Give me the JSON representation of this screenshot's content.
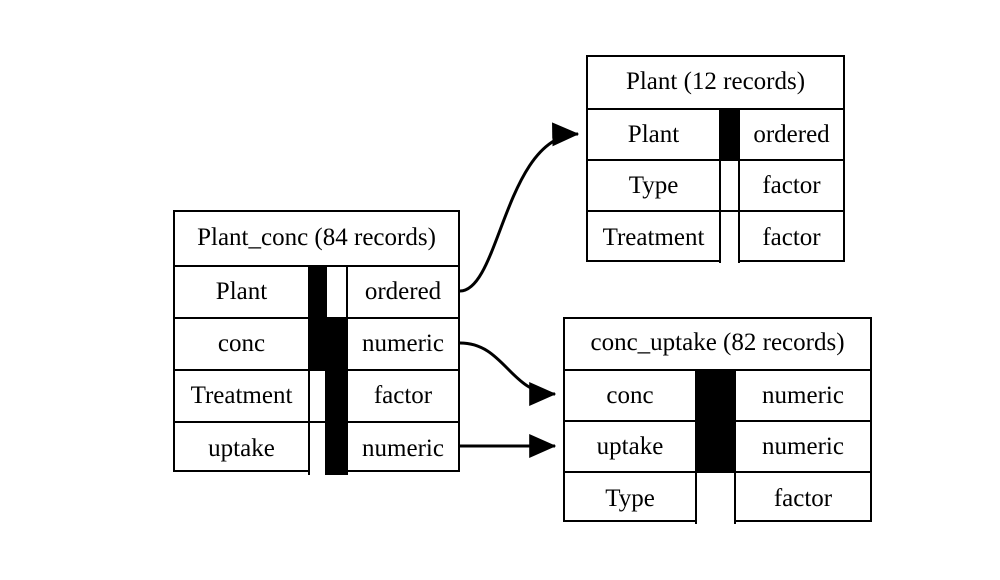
{
  "diagram": {
    "title_text": "",
    "background_color": "#ffffff",
    "line_color": "#000000",
    "key_fill_color": "#000000",
    "tables": [
      {
        "id": "plant_conc",
        "title": "Plant_conc (84 records)",
        "name": "Plant_conc",
        "record_count": "84 records",
        "fields": [
          {
            "name": "Plant",
            "type": "ordered",
            "key1": "filled",
            "key2": "empty"
          },
          {
            "name": "conc",
            "type": "numeric",
            "key1": "filled",
            "key2": "filled"
          },
          {
            "name": "Treatment",
            "type": "factor",
            "key1": "empty",
            "key2": "filled"
          },
          {
            "name": "uptake",
            "type": "numeric",
            "key1": "empty",
            "key2": "filled"
          }
        ]
      },
      {
        "id": "plant",
        "title": "Plant (12 records)",
        "name": "Plant",
        "record_count": "12 records",
        "fields": [
          {
            "name": "Plant",
            "type": "ordered",
            "key1": "filled"
          },
          {
            "name": "Type",
            "type": "factor",
            "key1": "empty"
          },
          {
            "name": "Treatment",
            "type": "factor",
            "key1": "empty"
          }
        ]
      },
      {
        "id": "conc_uptake",
        "title": "conc_uptake (82 records)",
        "name": "conc_uptake",
        "record_count": "82 records",
        "fields": [
          {
            "name": "conc",
            "type": "numeric",
            "key1": "filled"
          },
          {
            "name": "uptake",
            "type": "numeric",
            "key1": "filled"
          },
          {
            "name": "Type",
            "type": "factor",
            "key1": "empty"
          }
        ]
      }
    ],
    "connectors": [
      {
        "id": "plant-to-plant",
        "from": "Plant_conc.Plant",
        "to": "Plant.Plant",
        "style": "curved-arrow"
      },
      {
        "id": "conc-to-conc",
        "from": "Plant_conc.conc",
        "to": "conc_uptake.conc",
        "style": "curved-arrow"
      },
      {
        "id": "uptake-to-uptake",
        "from": "Plant_conc.uptake",
        "to": "conc_uptake.uptake",
        "style": "straight-arrow"
      }
    ]
  }
}
